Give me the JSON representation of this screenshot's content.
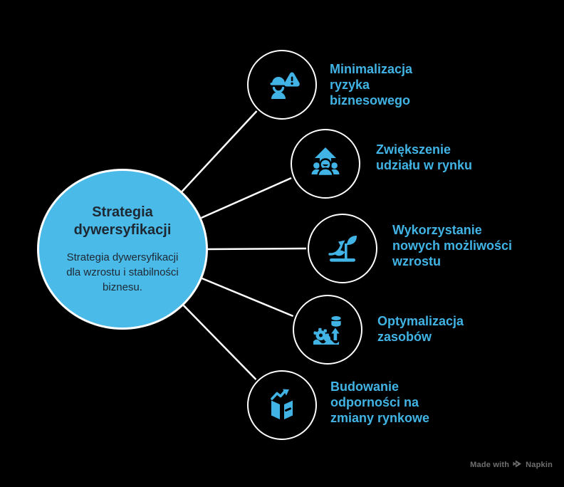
{
  "colors": {
    "background": "#000000",
    "accent": "#41B3E4",
    "connector": "#FFFFFF",
    "node_ring": "#FFFFFF",
    "center_fill": "#4ABAE8",
    "center_text": "#1E2833",
    "footer_text": "#6F6F6F"
  },
  "center_node": {
    "title": "Strategia\ndywersyfikacji",
    "description": "Strategia dywersyfikacji\ndla wzrostu i stabilności\nbiznesu."
  },
  "branches": [
    {
      "label": "Minimalizacja\nryzyka\nbiznesowego",
      "icon": "worker-risk-warning-icon"
    },
    {
      "label": "Zwiększenie\nudziału w rynku",
      "icon": "market-share-growth-icon"
    },
    {
      "label": "Wykorzystanie\nnowych możliwości\nwzrostu",
      "icon": "sprout-opportunity-icon"
    },
    {
      "label": "Optymalizacja\nzasobów",
      "icon": "resource-gears-icon"
    },
    {
      "label": "Budowanie\nodporności na\nzmiany rynkowe",
      "icon": "resilience-box-icon"
    }
  ],
  "footer": {
    "made_with": "Made with",
    "brand": "Napkin"
  }
}
